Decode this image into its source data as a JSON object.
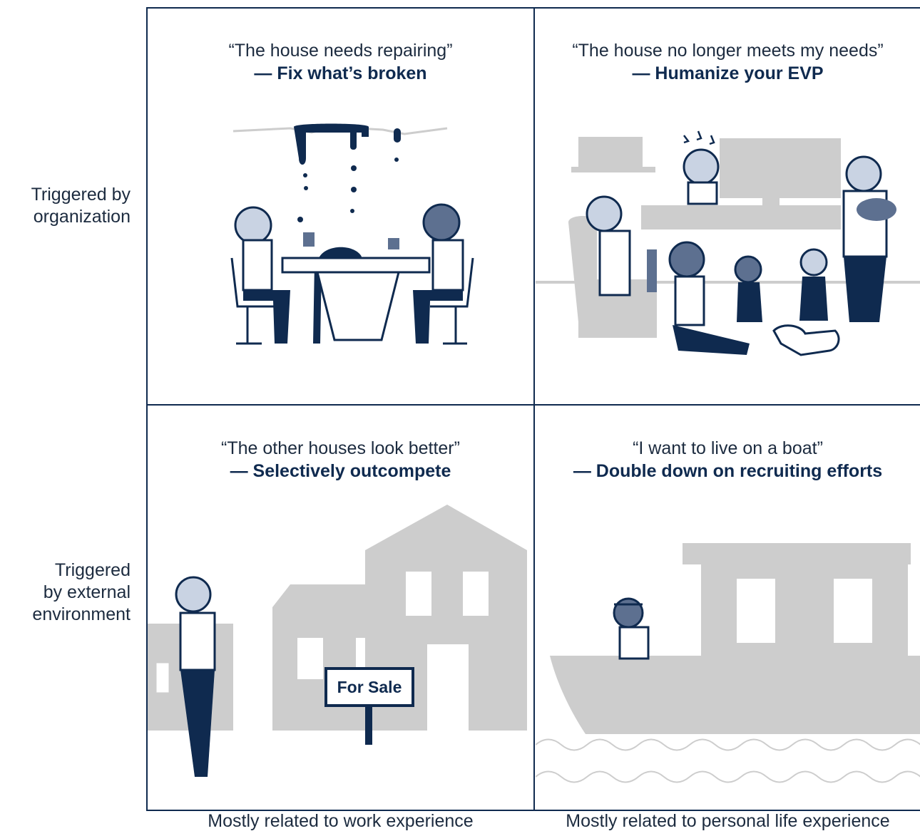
{
  "row_labels": {
    "top": [
      "Triggered by",
      "organization"
    ],
    "bottom": [
      "Triggered",
      "by external",
      "environment"
    ]
  },
  "column_labels": {
    "left": "Mostly related to work experience",
    "right": "Mostly related to personal life experience"
  },
  "quadrants": {
    "top_left": {
      "quote": "“The house needs repairing”",
      "action": "— Fix what’s broken"
    },
    "top_right": {
      "quote": "“The house no longer meets my needs”",
      "action": "— Humanize your EVP"
    },
    "bottom_left": {
      "quote": "“The other houses look better”",
      "action": "— Selectively outcompete",
      "sign": "For Sale"
    },
    "bottom_right": {
      "quote": "“I want to live on a boat”",
      "action": "— Double down on recruiting efforts"
    }
  },
  "colors": {
    "navy": "#0f2a4f",
    "slate": "#5d7090",
    "light_blue": "#c9d3e3",
    "gray": "#cdcdcd",
    "white": "#ffffff"
  }
}
